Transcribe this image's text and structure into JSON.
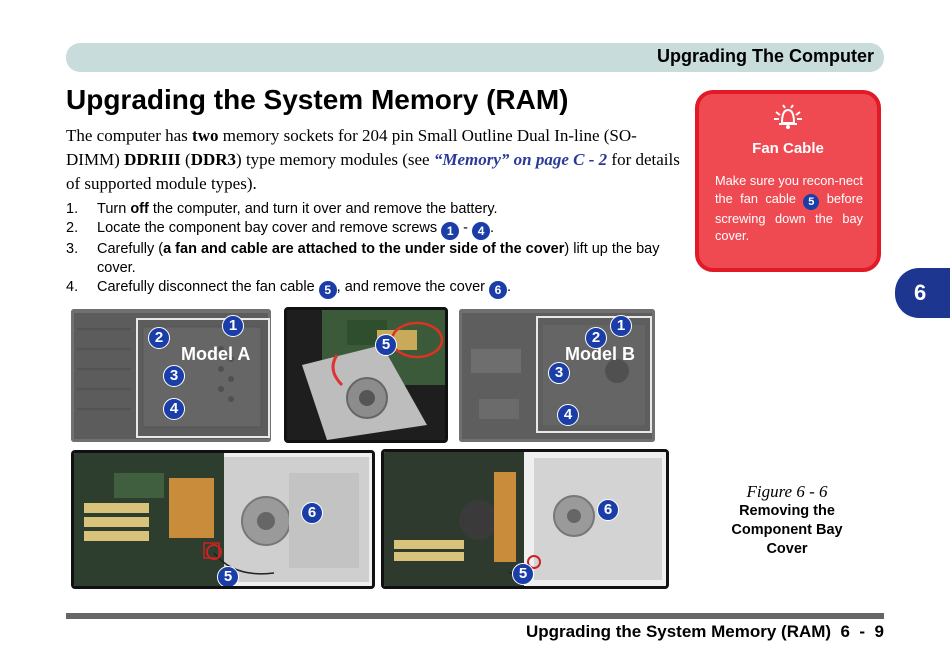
{
  "header": {
    "title": "Upgrading The Computer"
  },
  "page_title": "Upgrading the System Memory (RAM)",
  "intro": {
    "t1": "The computer has ",
    "two": "two",
    "t2": " memory sockets for 204 pin Small Outline Dual In-line (SO-DIMM) ",
    "ddriii": "DDRIII",
    "t3": " (",
    "ddr3": "DDR3",
    "t4": ") type memory modules (see ",
    "link": "“Memory” on page C - 2",
    "t5": " for details of supported module types)."
  },
  "steps": {
    "s1": {
      "num": "1.",
      "a": "Turn ",
      "b": "off",
      "c": " the computer, and turn it over and remove the battery."
    },
    "s2": {
      "num": "2.",
      "a": "Locate the component bay cover and remove screws ",
      "n1": "1",
      "dash": " - ",
      "n2": "4",
      "end": "."
    },
    "s3": {
      "num": "3.",
      "a": "Carefully (",
      "b": "a fan and cable are attached to the under side of the cover",
      "c": ") lift up the bay cover."
    },
    "s4": {
      "num": "4.",
      "a": "Carefully disconnect the fan cable ",
      "n1": "5",
      "b": ", and remove the cover ",
      "n2": "6",
      "end": "."
    }
  },
  "callout": {
    "title": "Fan Cable",
    "text_a": "Make sure you recon-nect the fan cable ",
    "num": "5",
    "text_b": " before screwing down the bay cover.",
    "bg_color": "#ef4a52",
    "border_color": "#e21a27",
    "icon": "bell-alert-icon"
  },
  "chapter_tab": {
    "label": "6",
    "color": "#1d3791"
  },
  "photos": {
    "model_a": {
      "label": "Model A",
      "badges": [
        "1",
        "2",
        "3",
        "4"
      ]
    },
    "fan_detail": {
      "badges": [
        "5"
      ]
    },
    "model_b": {
      "label": "Model B",
      "badges": [
        "1",
        "2",
        "3",
        "4"
      ]
    },
    "open_a": {
      "badges": [
        "6",
        "5"
      ]
    },
    "open_b": {
      "badges": [
        "6",
        "5"
      ]
    }
  },
  "figure": {
    "number": "Figure 6 - 6",
    "description": "Removing the Component Bay Cover"
  },
  "footer": {
    "text": "Upgrading the System Memory (RAM)  6  -  9"
  },
  "colors": {
    "accent": "#1a3da8",
    "header_bar": "#c9dcdc"
  }
}
